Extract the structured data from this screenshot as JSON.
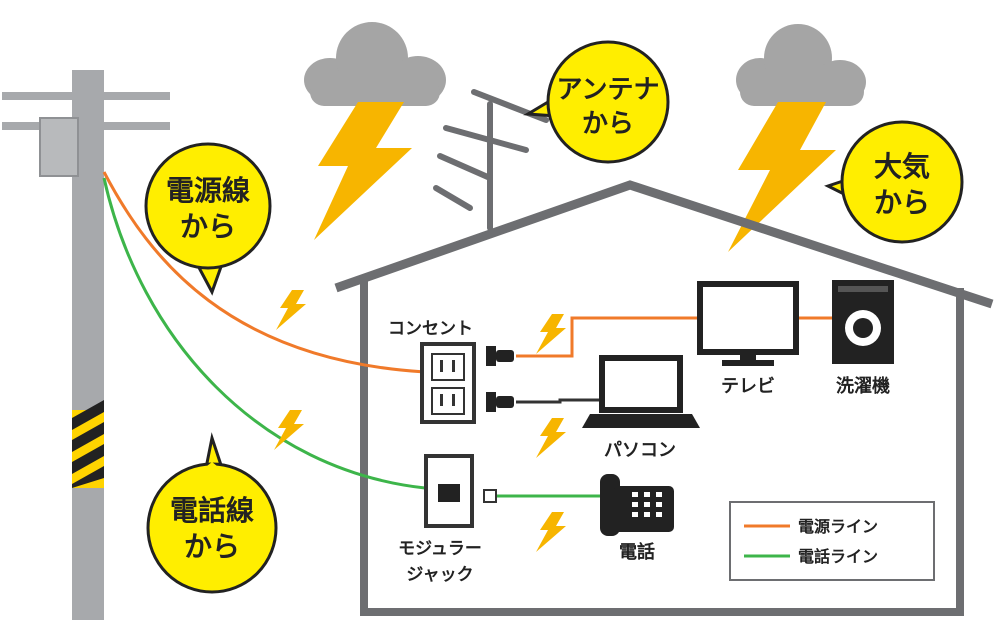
{
  "bubbles": {
    "power_line": [
      "電源線",
      "から"
    ],
    "antenna": [
      "アンテナ",
      "から"
    ],
    "atmosphere": [
      "大気",
      "から"
    ],
    "phone_line": [
      "電話線",
      "から"
    ]
  },
  "devices": {
    "outlet": "コンセント",
    "tv": "テレビ",
    "washer": "洗濯機",
    "pc": "パソコン",
    "modular_jack": [
      "モジュラー",
      "ジャック"
    ],
    "phone": "電話"
  },
  "legend": {
    "power_line": "電源ライン",
    "phone_line": "電話ライン"
  },
  "colors": {
    "power_line": "#f07a2a",
    "phone_line": "#3db54a",
    "bubble": "#ffee00",
    "lightning": "#f7b500",
    "house": "#6d6e71",
    "cloud": "#9e9e9e"
  }
}
